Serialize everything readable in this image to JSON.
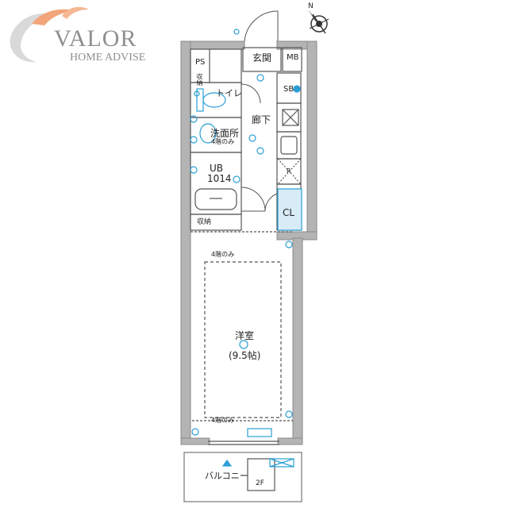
{
  "brand": {
    "name": "VALOR",
    "tagline": "HOME ADVISE"
  },
  "compass": {
    "north_label": "N"
  },
  "rooms": {
    "genkan": "玄関",
    "mb": "MB",
    "ps": "PS",
    "shuno_small": "収納",
    "toilet": "トイレ",
    "sb": "SB",
    "rouka": "廊下",
    "senmenjo": "洗面所",
    "senmenjo_note": "4階のみ",
    "ub": "UB",
    "ub_size": "1014",
    "shuno": "収納",
    "cl": "CL",
    "r": "R",
    "note_top": "4階のみ",
    "yoshitsu": "洋室",
    "yoshitsu_size": "(9.5帖)",
    "note_bottom": "4階のみ",
    "balcony": "バルコニー",
    "floor": "2F"
  },
  "colors": {
    "wall": "#b4b4b4",
    "wall_edge": "#8a8a8a",
    "line": "#555555",
    "fixture": "#2a9fd6",
    "logo_swoosh": "#f2a57a",
    "logo_gray": "#9a9a9a"
  }
}
